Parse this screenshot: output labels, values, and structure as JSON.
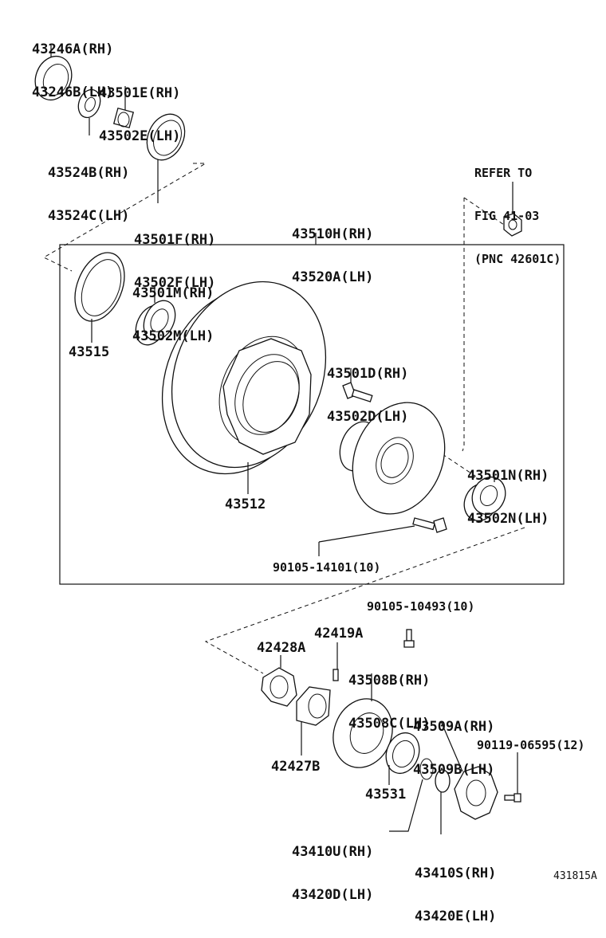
{
  "labels": {
    "p43246": [
      "43246A(RH)",
      "43246B(LH)"
    ],
    "p43501e": [
      "43501E(RH)",
      "43502E(LH)"
    ],
    "p43524": [
      "43524B(RH)",
      "43524C(LH)"
    ],
    "p43501f": [
      "43501F(RH)",
      "43502F(LH)"
    ],
    "refer": [
      "REFER TO",
      "FIG 41-03",
      "(PNC 42601C)"
    ],
    "p43510": [
      "43510H(RH)",
      "43520A(LH)"
    ],
    "p43501m": [
      "43501M(RH)",
      "43502M(LH)"
    ],
    "p43515": "43515",
    "p43501d": [
      "43501D(RH)",
      "43502D(LH)"
    ],
    "p43512": "43512",
    "p43501n": [
      "43501N(RH)",
      "43502N(LH)"
    ],
    "p90105_14101": "90105-14101(10)",
    "p90105_10493": "90105-10493(10)",
    "p42419a": "42419A",
    "p42428a": "42428A",
    "p43508": [
      "43508B(RH)",
      "43508C(LH)"
    ],
    "p43509": [
      "43509A(RH)",
      "43509B(LH)"
    ],
    "p90119": "90119-06595(12)",
    "p42427b": "42427B",
    "p43531": "43531",
    "p43410u": [
      "43410U(RH)",
      "43420D(LH)"
    ],
    "p43410s": [
      "43410S(RH)",
      "43420E(LH)"
    ],
    "figure_id": "431815A"
  }
}
